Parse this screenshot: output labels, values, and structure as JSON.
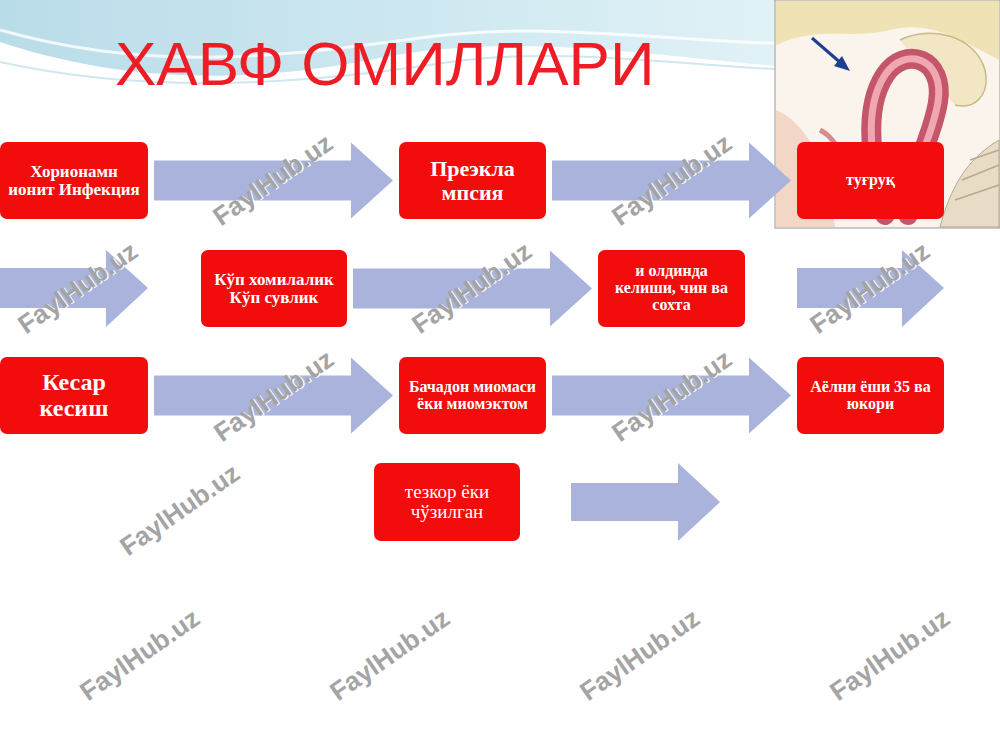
{
  "diagram": {
    "title": "ХАВФ ОМИЛЛАРИ",
    "nodes": [
      {
        "text": [
          "Хорионамн ионит Инфекция"
        ]
      },
      {
        "text": [
          "Преэкла мпсия"
        ]
      },
      {
        "text": [
          "туғруқ"
        ]
      },
      {
        "text": [
          "Кўп хомилалик Кўп сувлик"
        ]
      },
      {
        "text": [
          "и олдинда келиши, чин ва сохта"
        ]
      },
      {
        "text": [
          "Кесар кесиш"
        ]
      },
      {
        "text": [
          "Бачадон миомаси ёки миомэктом"
        ]
      },
      {
        "text": [
          "Аёлни ёши 35 ва юкори"
        ]
      },
      {
        "text": [
          "тезкор ёки чўзилган"
        ]
      }
    ],
    "edges": [
      {
        "from": 0,
        "to": 1,
        "arrow": "to"
      },
      {
        "from": 1,
        "to": 2,
        "arrow": "to"
      },
      {
        "from": 3,
        "to": 4,
        "arrow": "to"
      },
      {
        "from": 5,
        "to": 6,
        "arrow": "to"
      },
      {
        "from": 6,
        "to": 7,
        "arrow": "to"
      }
    ],
    "labels": [
      "FaylHub.uz",
      "FaylHub.uz",
      "FaylHub.uz",
      "FaylHub.uz",
      "FaylHub.uz",
      "FaylHub.uz",
      "FaylHub.uz",
      "FaylHub.uz",
      "FaylHub.uz",
      "FaylHub.uz",
      "FaylHub.uz",
      "FaylHub.uz"
    ]
  }
}
